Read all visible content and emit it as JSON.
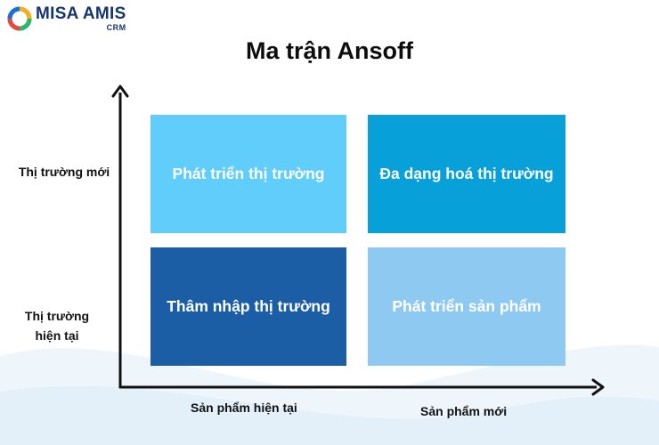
{
  "brand": {
    "name": "MISA AMIS",
    "sub": "CRM"
  },
  "title": "Ma trận Ansoff",
  "quadrants": {
    "top_left": "Phát triển thị trường",
    "top_right": "Đa dạng hoá thị trường",
    "bottom_left": "Thâm nhập thị trường",
    "bottom_right": "Phát triển sản phẩm"
  },
  "y_axis": {
    "top_label": "Thị trường mới",
    "bottom_label_line1": "Thị trường",
    "bottom_label_line2": "hiện tại"
  },
  "x_axis": {
    "left_label": "Sản phẩm hiện tại",
    "right_label": "Sản phẩm mới"
  },
  "colors": {
    "top_left": "#60cdfb",
    "top_right": "#08a0d9",
    "bottom_left": "#1c5ea6",
    "bottom_right": "#8ec9f2",
    "brand": "#16356e"
  }
}
